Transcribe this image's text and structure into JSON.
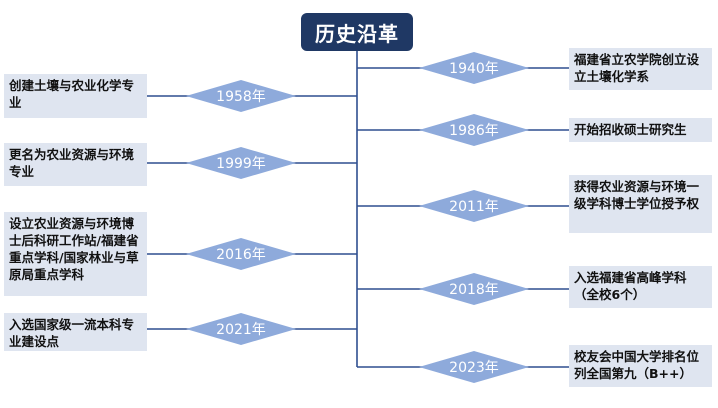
{
  "title": "历史沿革",
  "colors": {
    "title_bg": "#1f3864",
    "diamond": "#8eaadb",
    "line": "#2f4f8f",
    "event_bg": "#dfe5f0"
  },
  "left": [
    {
      "year": "1958年",
      "text": "创建土壤与农业化学专业"
    },
    {
      "year": "1999年",
      "text": "更名为农业资源与环境专业"
    },
    {
      "year": "2016年",
      "text": "设立农业资源与环境博士后科研工作站/福建省重点学科/国家林业与草原局重点学科"
    },
    {
      "year": "2021年",
      "text": "入选国家级一流本科专业建设点"
    }
  ],
  "right": [
    {
      "year": "1940年",
      "text": "福建省立农学院创立设立土壤化学系"
    },
    {
      "year": "1986年",
      "text": "开始招收硕士研究生"
    },
    {
      "year": "2011年",
      "text": "获得农业资源与环境一级学科博士学位授予权"
    },
    {
      "year": "2018年",
      "text": "入选福建省高峰学科（全校6个）"
    },
    {
      "year": "2023年",
      "text": "校友会中国大学排名位列全国第九（B++）"
    }
  ]
}
